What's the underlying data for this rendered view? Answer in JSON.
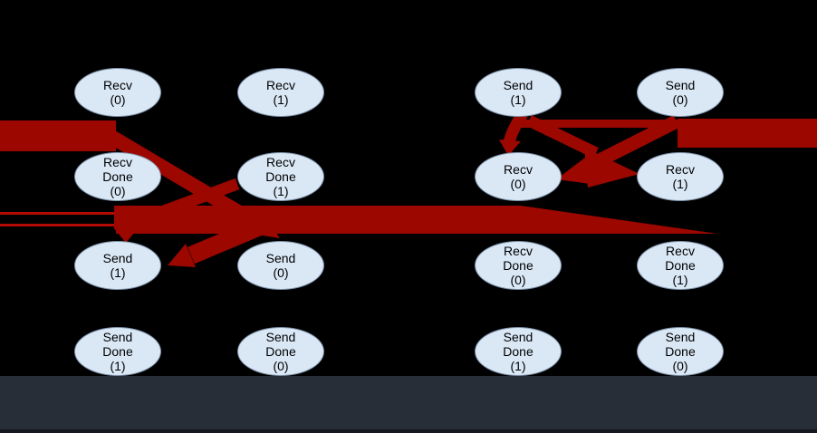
{
  "diagram": {
    "nodes": [
      {
        "lines": [
          "Recv",
          "(0)",
          ""
        ]
      },
      {
        "lines": [
          "Recv",
          "(1)",
          ""
        ]
      },
      {
        "lines": [
          "Send",
          "(1)",
          ""
        ]
      },
      {
        "lines": [
          "Send",
          "(0)",
          ""
        ]
      },
      {
        "lines": [
          "Recv",
          "Done",
          "(0)"
        ]
      },
      {
        "lines": [
          "Recv",
          "Done",
          "(1)"
        ]
      },
      {
        "lines": [
          "Recv",
          "(0)",
          ""
        ]
      },
      {
        "lines": [
          "Recv",
          "(1)",
          ""
        ]
      },
      {
        "lines": [
          "Send",
          "(1)",
          ""
        ]
      },
      {
        "lines": [
          "Send",
          "(0)",
          ""
        ]
      },
      {
        "lines": [
          "Recv",
          "Done",
          "(0)"
        ]
      },
      {
        "lines": [
          "Recv",
          "Done",
          "(1)"
        ]
      },
      {
        "lines": [
          "Send",
          "Done",
          "(1)"
        ]
      },
      {
        "lines": [
          "Send",
          "Done",
          "(0)"
        ]
      },
      {
        "lines": [
          "Send",
          "Done",
          "(1)"
        ]
      },
      {
        "lines": [
          "Send",
          "Done",
          "(0)"
        ]
      }
    ],
    "arrows": [
      "thick red edge entering from left margin toward Send (1) / Send (0) of left group",
      "red edge Recv Done (1) to Send (1) with down arrowhead",
      "red edge crossing to Send (0) with arrowhead at its top",
      "long thick red horizontal band between Recv Done row and Send row spanning both halves",
      "red edge Send (1) to Recv (0) short down arrow (right group)",
      "red edge Send (1) to Recv (1) with large right-pointing arrowhead (right group)",
      "red edge Send (0) to Recv (0) with left-pointing arrowhead (right group)",
      "thick red edge exiting right margin below Send (0)"
    ],
    "colors": {
      "background": "#000000",
      "node_fill": "#dae8f6",
      "node_stroke": "#7f93ab",
      "edge_red": "#9c0700",
      "edge_red_thin": "#b30b00",
      "footer_band": "#272e38"
    }
  }
}
